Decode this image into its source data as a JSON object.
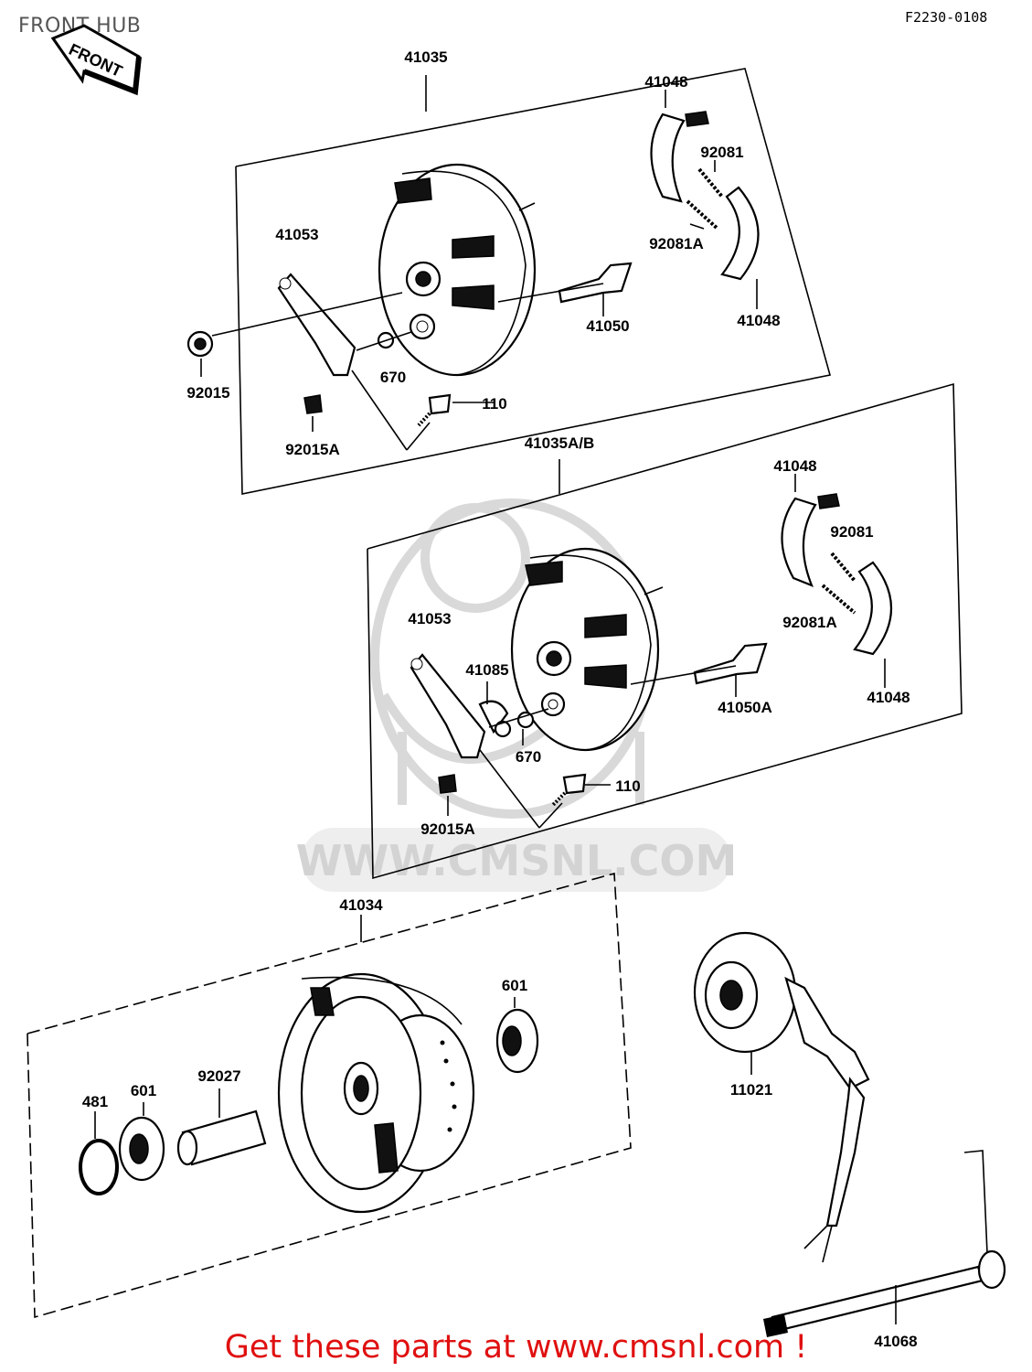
{
  "title": "FRONT HUB",
  "diagram_code": "F2230-0108",
  "front_arrow_text": "FRONT",
  "watermark_text": "WWW.CMSNL.COM",
  "footer_text": "Get these parts at www.cmsnl.com !",
  "assemblies": {
    "upper": {
      "label": "41035",
      "parts": [
        "41048",
        "92081",
        "92081A",
        "41048",
        "41053",
        "41050",
        "92015",
        "670",
        "110",
        "92015A"
      ]
    },
    "middle": {
      "label": "41035A/B",
      "parts": [
        "41048",
        "92081",
        "92081A",
        "41048",
        "41053",
        "41085",
        "41050A",
        "670",
        "110",
        "92015A"
      ]
    },
    "lower": {
      "label": "41034",
      "parts": [
        "601",
        "481",
        "601",
        "92027",
        "11021",
        "41068"
      ]
    }
  }
}
